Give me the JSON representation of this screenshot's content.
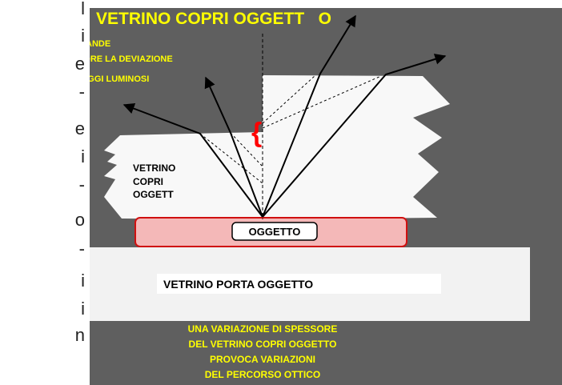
{
  "left_fragments": [
    "l",
    "i",
    "e",
    "-",
    "e",
    "i",
    "-",
    "o",
    "-",
    "i",
    "i",
    "n"
  ],
  "title": "VETRINO COPRI OGGETT   O",
  "legend": {
    "symbol": "{",
    "line1": " = PIU' GRANDE",
    "line2": "MAGGIORE LA DEVIAZIONE",
    "line3": "DEI RAGGI LUMINOSI"
  },
  "brace": "{",
  "cover_label": [
    "VETRINO",
    "COPRI",
    "OGGETT"
  ],
  "object_label": "OGGETTO",
  "slide_label": "VETRINO PORTA OGGETTO",
  "caption": [
    "UNA VARIAZIONE DI SPESSORE",
    "DEL VETRINO COPRI OGGETTO",
    "PROVOCA VARIAZIONI",
    "DEL PERCORSO OTTICO"
  ],
  "colors": {
    "background": "#5f5f5f",
    "title": "#ffff00",
    "brace": "#ff0000",
    "object_fill": "#f4b8b8",
    "object_border": "#d01010",
    "glass": "#f8f8f8"
  }
}
